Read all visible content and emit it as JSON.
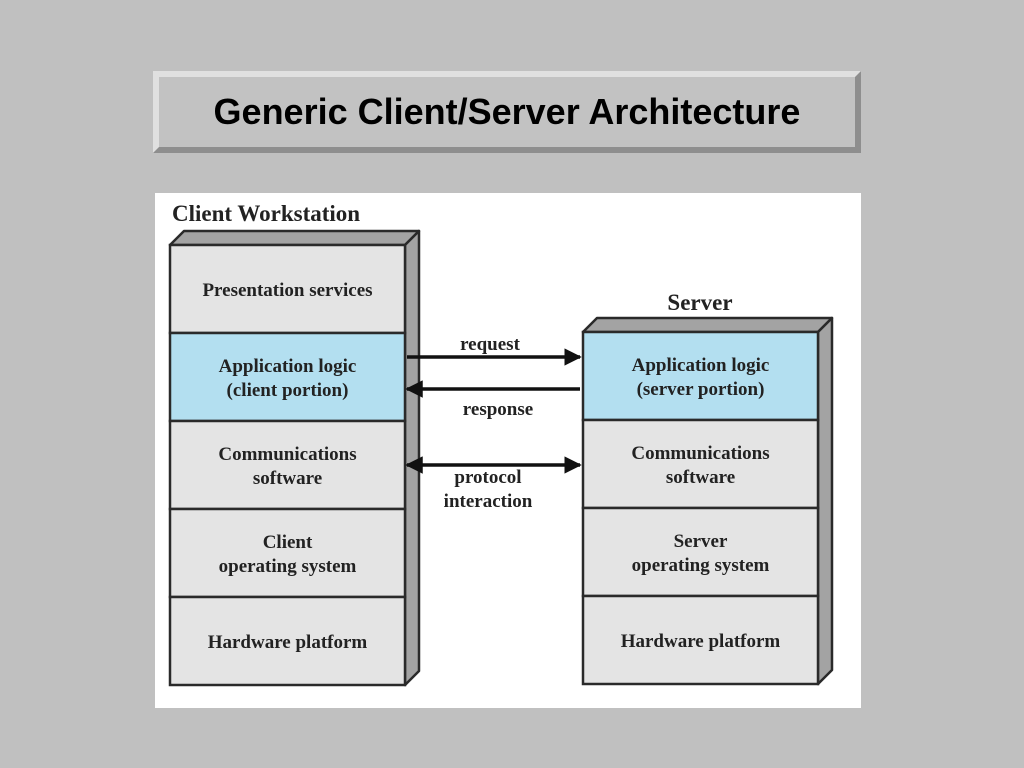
{
  "title": "Generic Client/Server Architecture",
  "diagram": {
    "client_heading": "Client Workstation",
    "server_heading": "Server",
    "colors": {
      "highlight": "#b3dff0",
      "layer": "#e4e4e4",
      "side_face": "#a3a3a3",
      "outline": "#2a2a2a",
      "page_bg": "#c0c0c0"
    },
    "client_layers": [
      {
        "lines": [
          "Presentation services"
        ],
        "highlight": false
      },
      {
        "lines": [
          "Application logic",
          "(client portion)"
        ],
        "highlight": true
      },
      {
        "lines": [
          "Communications",
          "software"
        ],
        "highlight": false
      },
      {
        "lines": [
          "Client",
          "operating system"
        ],
        "highlight": false
      },
      {
        "lines": [
          "Hardware platform"
        ],
        "highlight": false
      }
    ],
    "server_layers": [
      {
        "lines": [
          "Application logic",
          "(server portion)"
        ],
        "highlight": true
      },
      {
        "lines": [
          "Communications",
          "software"
        ],
        "highlight": false
      },
      {
        "lines": [
          "Server",
          "operating system"
        ],
        "highlight": false
      },
      {
        "lines": [
          "Hardware platform"
        ],
        "highlight": false
      }
    ],
    "arrows": {
      "request": "request",
      "response": "response",
      "protocol": [
        "protocol",
        "interaction"
      ]
    }
  }
}
